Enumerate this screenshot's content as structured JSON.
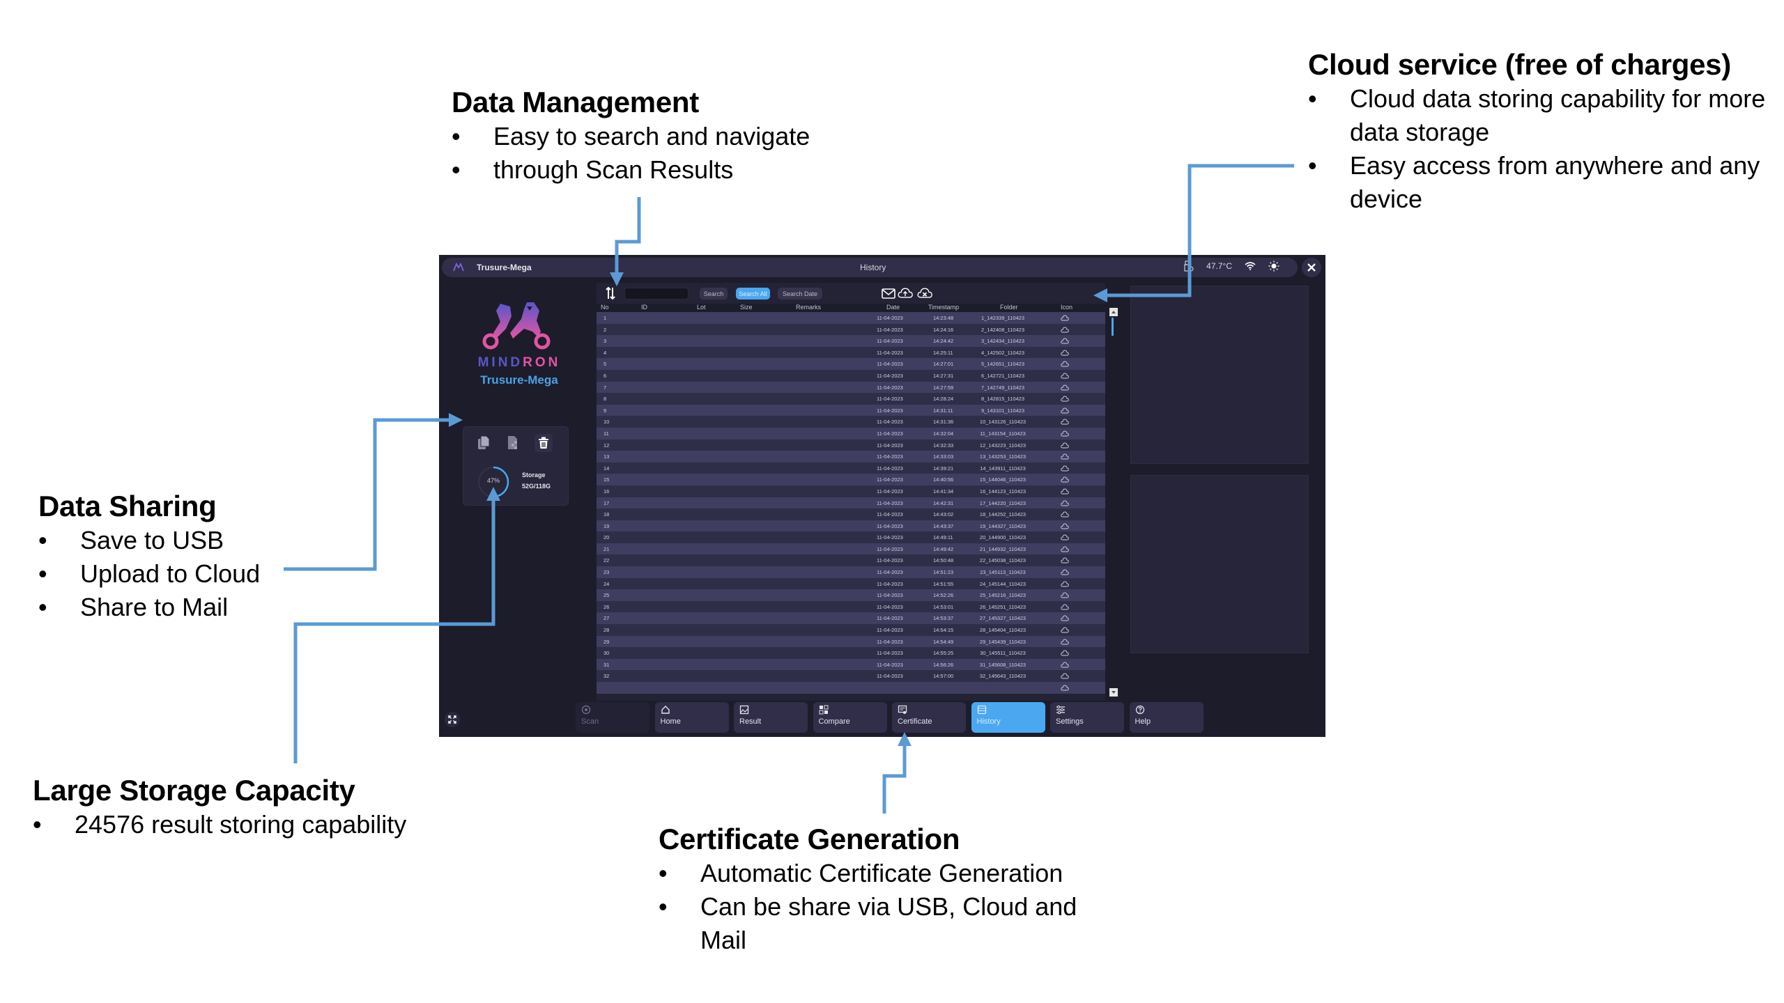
{
  "annotations": {
    "data_management": {
      "title": "Data Management",
      "bullets": [
        "Easy to search and navigate",
        "through Scan Results"
      ]
    },
    "cloud_service": {
      "title": "Cloud service (free of charges)",
      "bullets": [
        "Cloud data storing  capability for more data storage",
        "Easy access from anywhere and any device"
      ]
    },
    "data_sharing": {
      "title": "Data Sharing",
      "bullets": [
        "Save to USB",
        "Upload to Cloud",
        "Share to Mail"
      ]
    },
    "large_storage": {
      "title": "Large Storage Capacity",
      "bullets": [
        "24576 result storing capability"
      ]
    },
    "certificate": {
      "title": "Certificate Generation",
      "bullets": [
        "Automatic Certificate Generation",
        "Can be share via USB, Cloud and Mail"
      ]
    }
  },
  "arrow_color": "#5b9bd5",
  "app": {
    "name": "Trusure-Mega",
    "page_title": "History",
    "temperature": "47.7°C",
    "icons": {
      "logo": "mindron-logo-icon",
      "usb_status": "usb-drive-icon",
      "wifi": "wifi-icon",
      "brightness": "brightness-icon",
      "close": "close-icon"
    },
    "brand": {
      "mind": "MIND",
      "ron": "RON",
      "product": "Trusure-Mega"
    },
    "tools": {
      "save_usb": "copy-to-usb-icon",
      "share": "share-file-icon",
      "delete": "trash-icon"
    },
    "storage": {
      "label": "Storage",
      "value": "52G/118G",
      "percent_label": "47%",
      "percent": 47
    },
    "toolbar": {
      "search_placeholder": "",
      "search_value": "",
      "search": "Search",
      "search_all": "Search All",
      "search_date": "Search Date",
      "icons": [
        "sort-icon",
        "mail-icon",
        "cloud-upload-icon",
        "cloud-delete-icon"
      ]
    },
    "table": {
      "columns": [
        "No",
        "ID",
        "Lot",
        "Size",
        "Remarks",
        "Date",
        "Timestamp",
        "Folder",
        "Icon"
      ],
      "rows": [
        {
          "no": "1",
          "date": "11-04-2023",
          "time": "14:23:48",
          "folder": "1_142339_110423"
        },
        {
          "no": "2",
          "date": "11-04-2023",
          "time": "14:24:16",
          "folder": "2_142408_110423"
        },
        {
          "no": "3",
          "date": "11-04-2023",
          "time": "14:24:42",
          "folder": "3_142434_110423"
        },
        {
          "no": "4",
          "date": "11-04-2023",
          "time": "14:25:11",
          "folder": "4_142502_110423"
        },
        {
          "no": "5",
          "date": "11-04-2023",
          "time": "14:27:01",
          "folder": "5_142651_110423"
        },
        {
          "no": "6",
          "date": "11-04-2023",
          "time": "14:27:31",
          "folder": "6_142721_110423"
        },
        {
          "no": "7",
          "date": "11-04-2023",
          "time": "14:27:59",
          "folder": "7_142749_110423"
        },
        {
          "no": "8",
          "date": "11-04-2023",
          "time": "14:28:24",
          "folder": "8_142815_110423"
        },
        {
          "no": "9",
          "date": "11-04-2023",
          "time": "14:31:11",
          "folder": "9_143101_110423"
        },
        {
          "no": "10",
          "date": "11-04-2023",
          "time": "14:31:36",
          "folder": "10_143126_110423"
        },
        {
          "no": "11",
          "date": "11-04-2023",
          "time": "14:32:04",
          "folder": "11_143154_110423"
        },
        {
          "no": "12",
          "date": "11-04-2023",
          "time": "14:32:33",
          "folder": "12_143223_110423"
        },
        {
          "no": "13",
          "date": "11-04-2023",
          "time": "14:33:03",
          "folder": "13_143253_110423"
        },
        {
          "no": "14",
          "date": "11-04-2023",
          "time": "14:39:21",
          "folder": "14_143911_110423"
        },
        {
          "no": "15",
          "date": "11-04-2023",
          "time": "14:40:56",
          "folder": "15_144046_110423"
        },
        {
          "no": "16",
          "date": "11-04-2023",
          "time": "14:41:34",
          "folder": "16_144123_110423"
        },
        {
          "no": "17",
          "date": "11-04-2023",
          "time": "14:42:31",
          "folder": "17_144220_110423"
        },
        {
          "no": "18",
          "date": "11-04-2023",
          "time": "14:43:02",
          "folder": "18_144252_110423"
        },
        {
          "no": "19",
          "date": "11-04-2023",
          "time": "14:43:37",
          "folder": "19_144327_110423"
        },
        {
          "no": "20",
          "date": "11-04-2023",
          "time": "14:49:11",
          "folder": "20_144900_110423"
        },
        {
          "no": "21",
          "date": "11-04-2023",
          "time": "14:49:42",
          "folder": "21_144932_110423"
        },
        {
          "no": "22",
          "date": "11-04-2023",
          "time": "14:50:48",
          "folder": "22_145038_110423"
        },
        {
          "no": "23",
          "date": "11-04-2023",
          "time": "14:51:23",
          "folder": "23_145113_110423"
        },
        {
          "no": "24",
          "date": "11-04-2023",
          "time": "14:51:55",
          "folder": "24_145144_110423"
        },
        {
          "no": "25",
          "date": "11-04-2023",
          "time": "14:52:26",
          "folder": "25_145216_110423"
        },
        {
          "no": "26",
          "date": "11-04-2023",
          "time": "14:53:01",
          "folder": "26_145251_110423"
        },
        {
          "no": "27",
          "date": "11-04-2023",
          "time": "14:53:37",
          "folder": "27_145327_110423"
        },
        {
          "no": "28",
          "date": "11-04-2023",
          "time": "14:54:15",
          "folder": "28_145404_110423"
        },
        {
          "no": "29",
          "date": "11-04-2023",
          "time": "14:54:49",
          "folder": "29_145439_110423"
        },
        {
          "no": "30",
          "date": "11-04-2023",
          "time": "14:55:25",
          "folder": "30_145511_110423"
        },
        {
          "no": "31",
          "date": "11-04-2023",
          "time": "14:56:26",
          "folder": "31_145608_110423"
        },
        {
          "no": "32",
          "date": "11-04-2023",
          "time": "14:57:00",
          "folder": "32_145643_110423"
        },
        {
          "no": "",
          "date": "",
          "time": "",
          "folder": ""
        }
      ],
      "row_icon": "cloud-icon"
    },
    "nav": [
      {
        "label": "Scan",
        "icon": "scan-icon",
        "state": "disabled"
      },
      {
        "label": "Home",
        "icon": "home-icon",
        "state": "normal"
      },
      {
        "label": "Result",
        "icon": "result-image-icon",
        "state": "normal"
      },
      {
        "label": "Compare",
        "icon": "compare-grid-icon",
        "state": "normal"
      },
      {
        "label": "Certificate",
        "icon": "certificate-icon",
        "state": "normal"
      },
      {
        "label": "History",
        "icon": "history-list-icon",
        "state": "active"
      },
      {
        "label": "Settings",
        "icon": "settings-sliders-icon",
        "state": "normal"
      },
      {
        "label": "Help",
        "icon": "help-icon",
        "state": "normal"
      }
    ]
  }
}
